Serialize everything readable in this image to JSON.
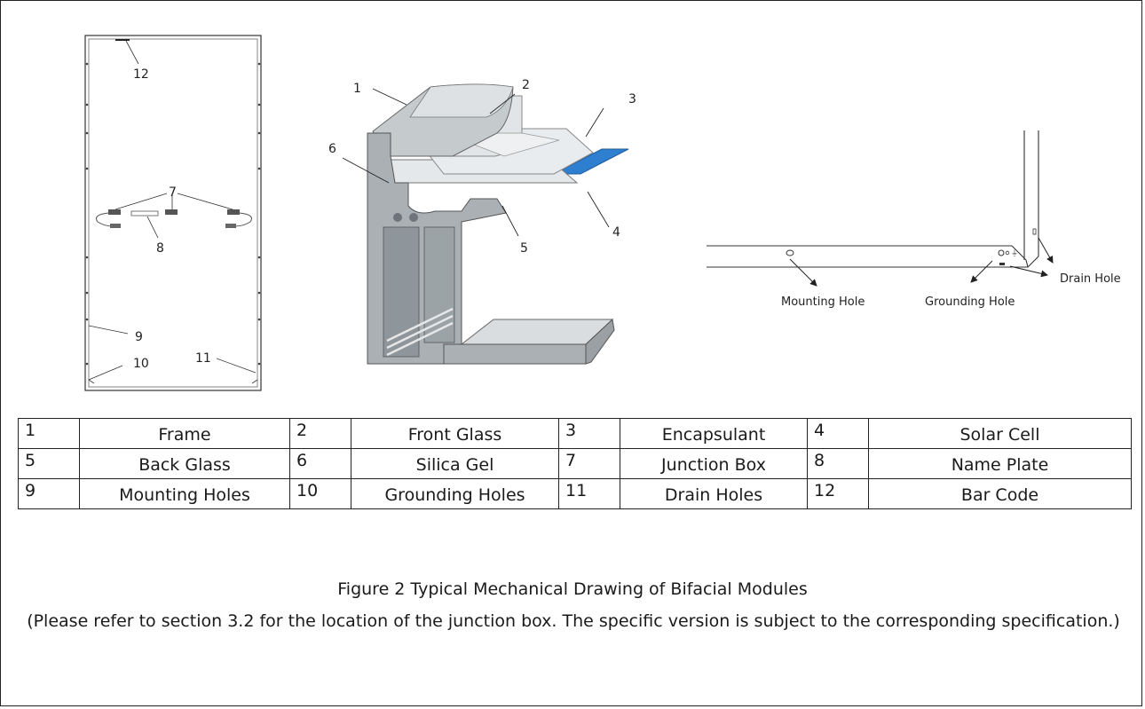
{
  "drawing_labels": {
    "module": [
      "12",
      "7",
      "8",
      "9",
      "10",
      "11"
    ],
    "section": [
      "1",
      "2",
      "3",
      "6",
      "5",
      "4"
    ],
    "corner": {
      "mounting": "Mounting Hole",
      "grounding": "Grounding Hole",
      "drain": "Drain Hole"
    }
  },
  "legend_rows": [
    [
      {
        "n": "1",
        "label": "Frame"
      },
      {
        "n": "2",
        "label": "Front Glass"
      },
      {
        "n": "3",
        "label": "Encapsulant"
      },
      {
        "n": "4",
        "label": "Solar Cell"
      }
    ],
    [
      {
        "n": "5",
        "label": "Back Glass"
      },
      {
        "n": "6",
        "label": "Silica Gel"
      },
      {
        "n": "7",
        "label": "Junction Box"
      },
      {
        "n": "8",
        "label": "Name Plate"
      }
    ],
    [
      {
        "n": "9",
        "label": "Mounting Holes"
      },
      {
        "n": "10",
        "label": "Grounding Holes"
      },
      {
        "n": "11",
        "label": "Drain Holes"
      },
      {
        "n": "12",
        "label": "Bar Code"
      }
    ]
  ],
  "figure": {
    "title": "Figure 2 Typical Mechanical Drawing of Bifacial Modules",
    "note": "(Please refer to section 3.2 for the location of the junction box. The specific version is subject to the corresponding specification.)"
  },
  "colors": {
    "line": "#222222",
    "frame_fill": "#a9aeb3",
    "glass_fill": "#e7eaec",
    "cell_blue": "#2f7fd0"
  }
}
